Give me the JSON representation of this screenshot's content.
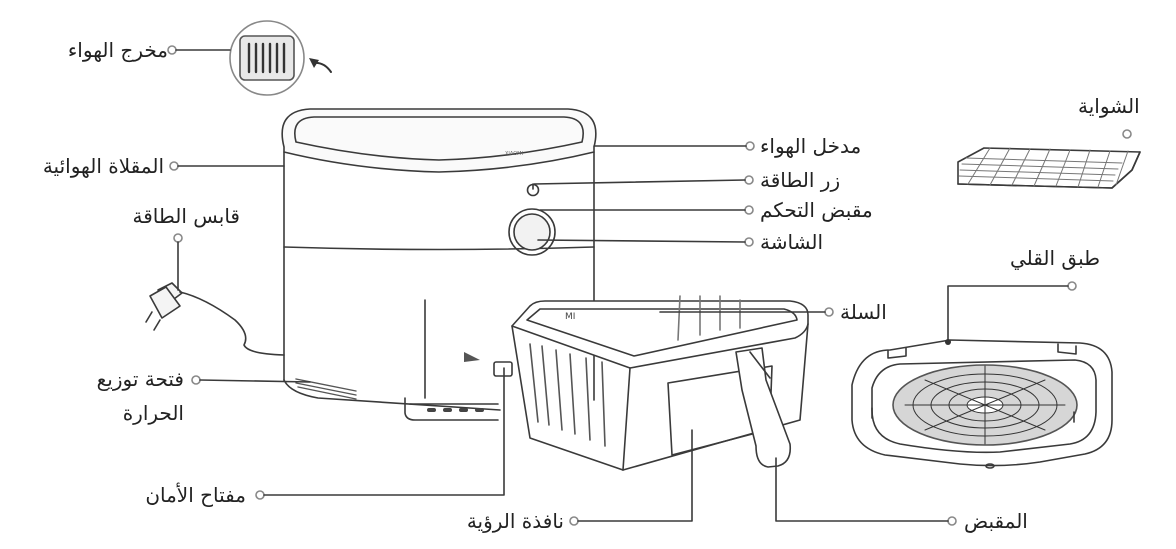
{
  "labels": {
    "air_outlet": "مخرج الهواء",
    "air_fryer": "المقلاة الهوائية",
    "power_plug": "قابس الطاقة",
    "heat_vent": "فتحة توزيع الحرارة",
    "safety_switch": "مفتاح الأمان",
    "viewing_window": "نافذة الرؤية",
    "air_inlet": "مدخل الهواء",
    "power_button": "زر الطاقة",
    "control_knob": "مقبض التحكم",
    "display": "الشاشة",
    "basket": "السلة",
    "handle": "المقبض",
    "grill_rack": "الشواية",
    "frying_tray": "طبق القلي"
  },
  "colors": {
    "ink": "#222222",
    "line": "#3a3a3a",
    "bubble": "#888888"
  }
}
